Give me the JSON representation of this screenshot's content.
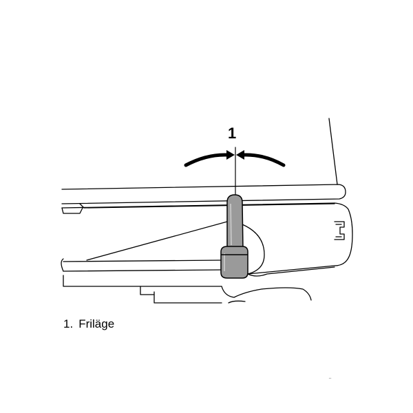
{
  "figure": {
    "callout_label": "1",
    "legend": [
      {
        "number": "1.",
        "text": "Friläge"
      }
    ],
    "corner_mark": "¨",
    "colors": {
      "line": "#000000",
      "lever_fill": "#9a9a9a",
      "lever_highlight": "#c4c4c4",
      "background": "#ffffff"
    }
  }
}
